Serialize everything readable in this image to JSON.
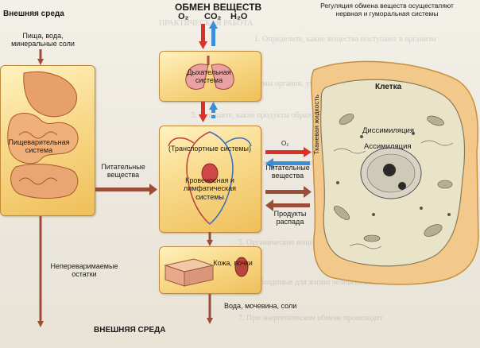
{
  "title": "ОБМЕН ВЕЩЕСТВ",
  "gases": {
    "o2": "O₂",
    "co2": "CO₂",
    "h2o": "H₂O"
  },
  "regulation_note": "Регуляция обмена веществ осуществляют нервная и гуморальная системы",
  "outer_env_top": "Внешняя среда",
  "outer_env_bottom": "ВНЕШНЯЯ СРЕДА",
  "intake_label": "Пища, вода, минеральные соли",
  "digestive_label": "Пищеварительная система",
  "nutrients_left": "Питательные вещества",
  "respiratory_label": "Дыхательная система",
  "transport_label": "(Транспортные системы)",
  "circulatory_label": "Кровеносная и лимфатическая системы",
  "skin_kidneys_label": "Кожа, почки",
  "undigested_label": "Непереваримаемые остатки",
  "excretion_label": "Вода, мочевина, соли",
  "cell_o2": "O₂",
  "nutrients_right": "Питательные вещества",
  "decay_products": "Продукты распада",
  "tissue_fluid": "Тканевая жидкость",
  "cell_label": "Клетка",
  "dissimilation": "Диссимиляция",
  "assimilation": "Ассимиляция",
  "colors": {
    "panel": "#f6cf72",
    "red_arrow": "#d9302a",
    "blue_arrow": "#3b8fd6",
    "brown_arrow": "#9a4e38"
  }
}
